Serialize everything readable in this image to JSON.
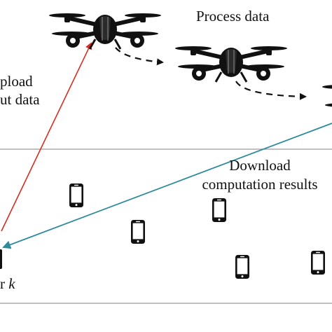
{
  "labels": {
    "process_data": "Process data",
    "upload_line1": "pload",
    "upload_line2": "ut data",
    "download_line1": "Download",
    "download_line2": "computation results",
    "user_prefix": "r",
    "user_index": "k"
  },
  "colors": {
    "upload_arrow": "#d62d20",
    "download_arrow": "#2e8b9a",
    "transfer_arrow": "#111111",
    "divider": "#9a9a9a",
    "drone": "#111111",
    "phone": "#111111"
  },
  "icons": {
    "drone": "quadcopter-drone-icon",
    "phone": "smartphone-icon"
  }
}
